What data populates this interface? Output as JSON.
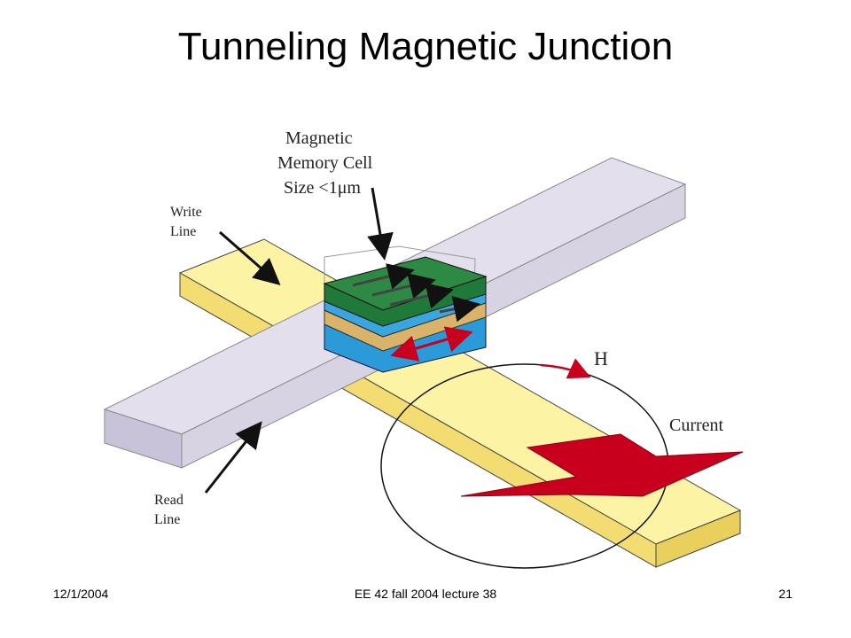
{
  "slide": {
    "title": "Tunneling Magnetic Junction"
  },
  "diagram": {
    "labels": {
      "cell_line1": "Magnetic",
      "cell_line2": "Memory Cell",
      "cell_line3": "Size <1μm",
      "write_line1": "Write",
      "write_line2": "Line",
      "read_line1": "Read",
      "read_line2": "Line",
      "field": "H",
      "current": "Current"
    },
    "colors": {
      "write_line": "#fdf3a4",
      "read_line": "#d8d3e3",
      "free_layer": "#2d8a45",
      "barrier": "#d9b36a",
      "pinned_layer": "#2a9ad8",
      "current_arrow": "#c8001e"
    }
  },
  "footer": {
    "date": "12/1/2004",
    "course": "EE 42 fall 2004 lecture 38",
    "page": "21"
  }
}
